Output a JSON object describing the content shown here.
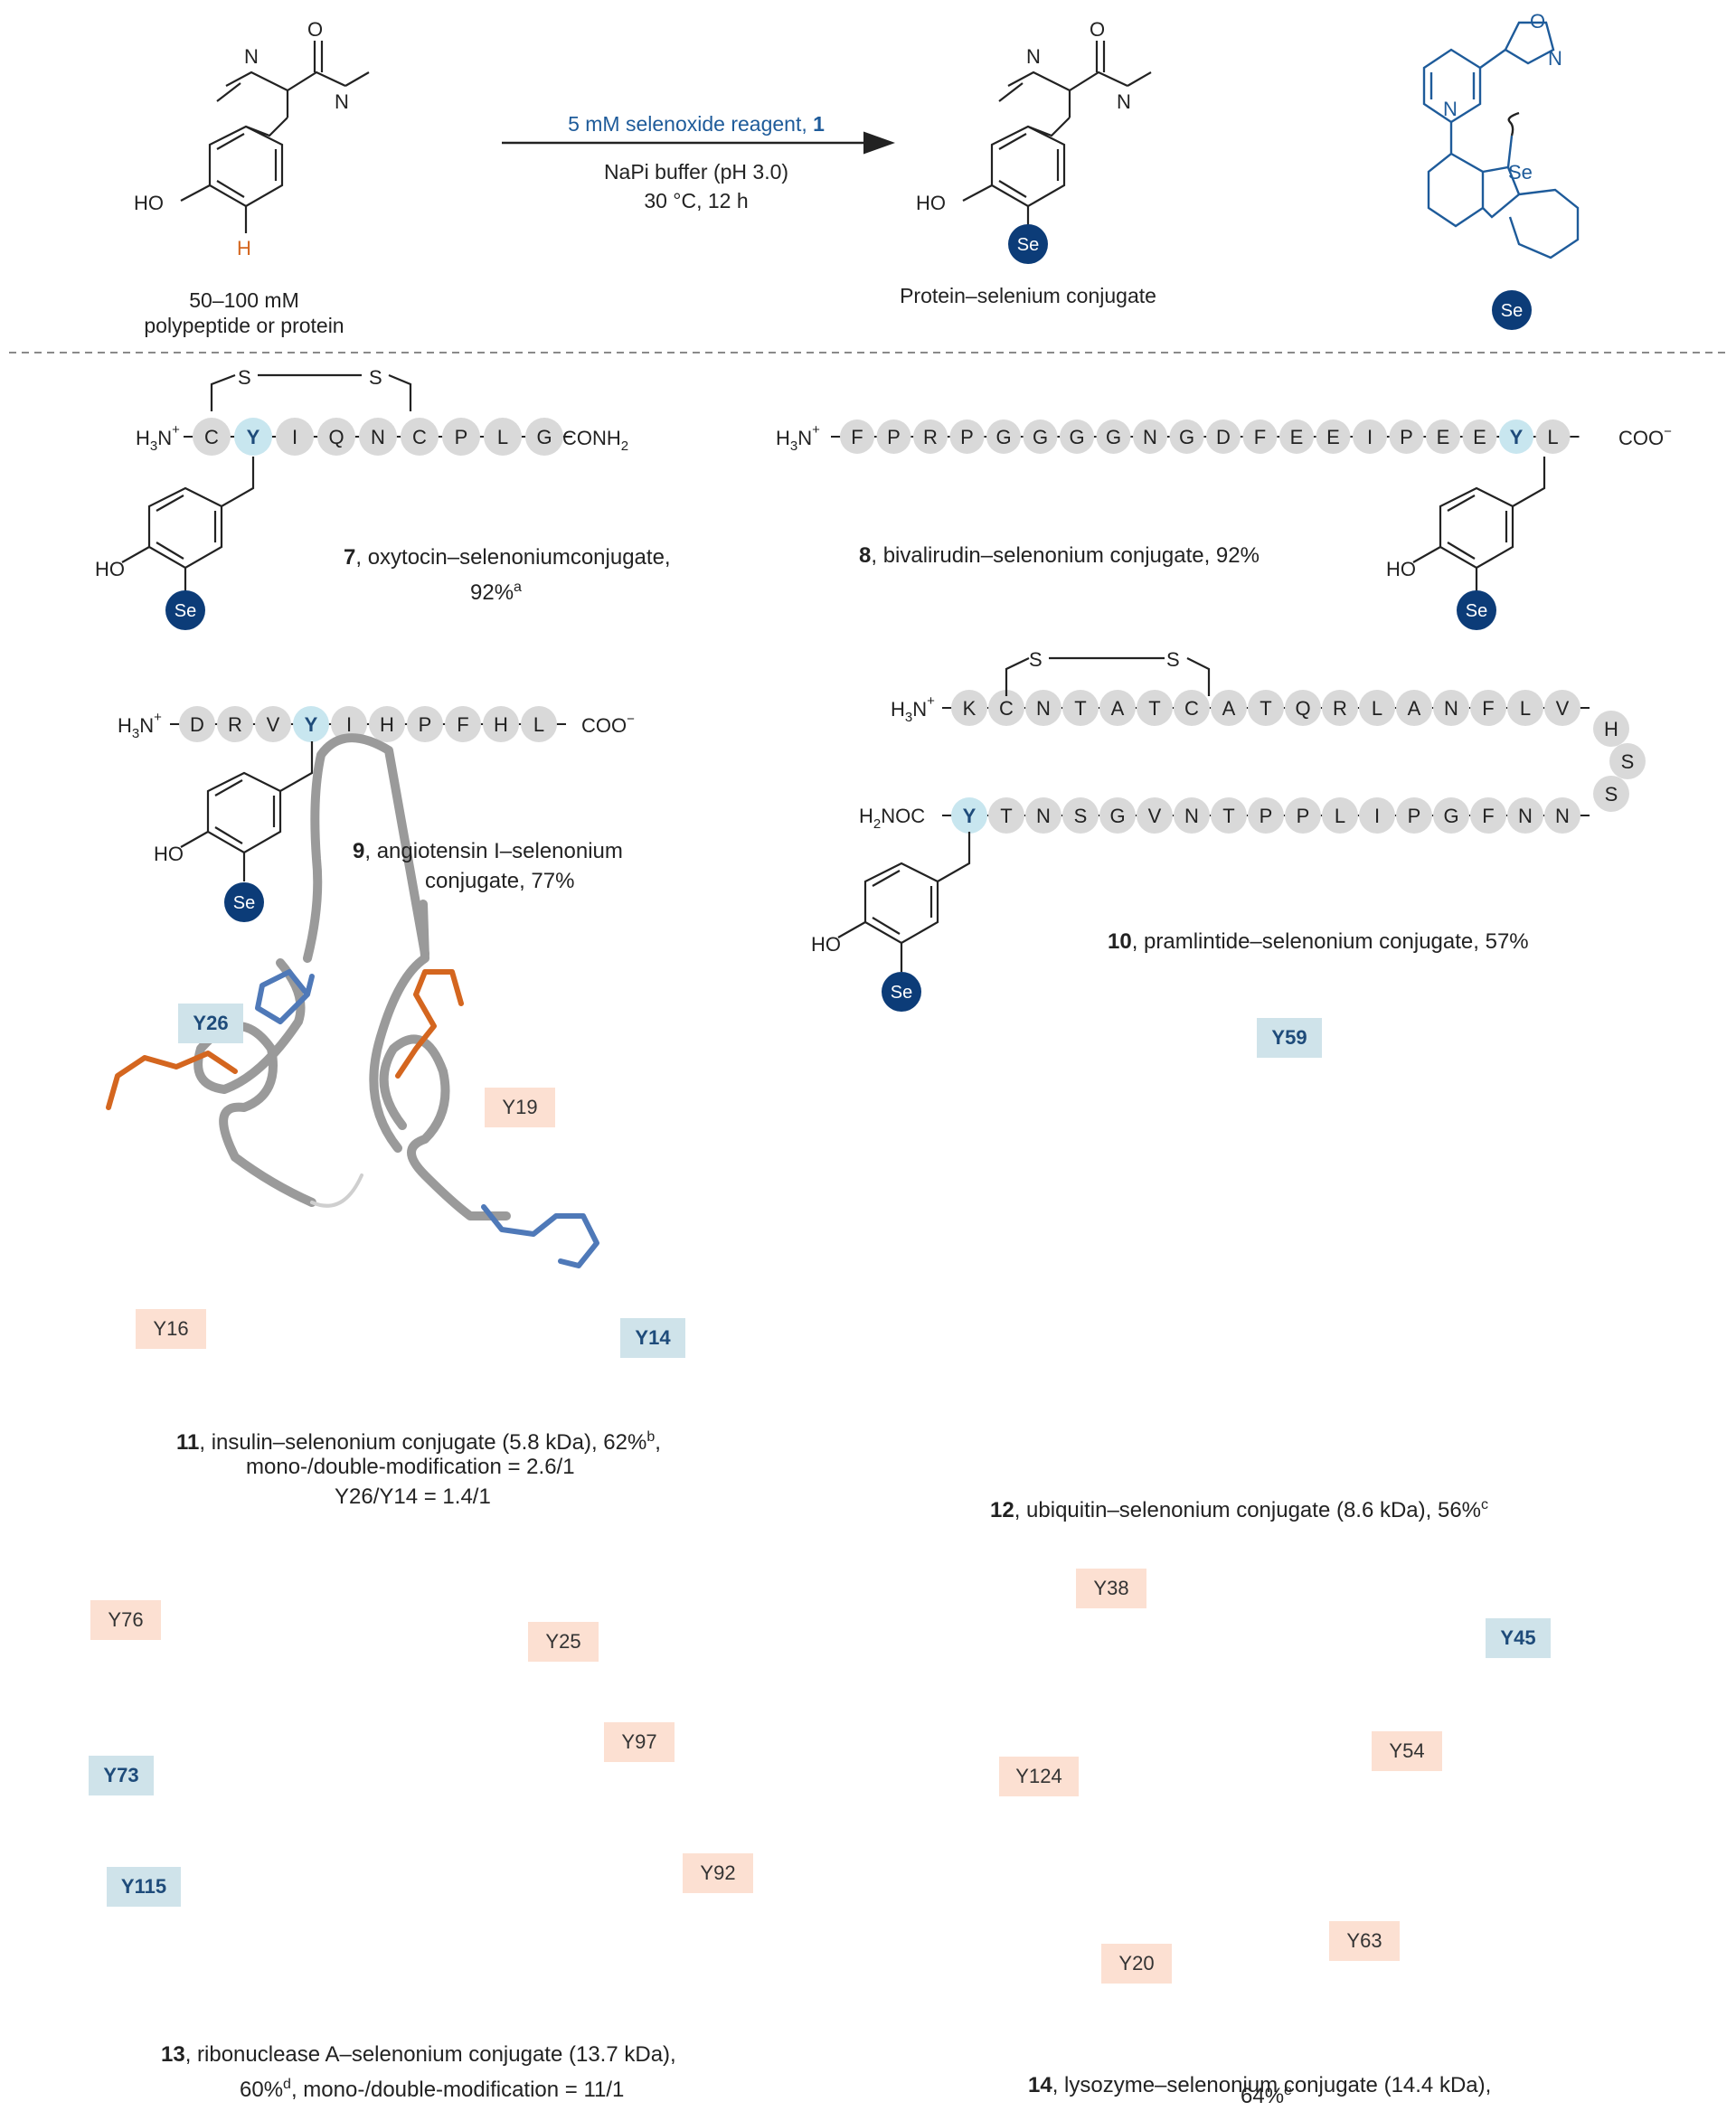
{
  "scheme": {
    "substrate_conc": "50–100 mM",
    "substrate_name": "polypeptide or protein",
    "reagent": "5 mM selenoxide reagent, ",
    "reagent_num": "1",
    "buffer": "NaPi buffer (pH 3.0)",
    "conditions": "30 °C, 12 h",
    "product_name": "Protein–selenium conjugate",
    "se_label": "Se",
    "h_label": "H",
    "ho_label": "HO",
    "n_label": "N",
    "o_label": "O"
  },
  "peptides": {
    "p7": {
      "num": "7",
      "name": ", oxytocin–selenoniumconjugate,",
      "yield": "92%",
      "note": "a",
      "residues": [
        "C",
        "Y",
        "I",
        "Q",
        "N",
        "C",
        "P",
        "L",
        "G"
      ],
      "tyr_index": 1,
      "nterm": "H3N+",
      "cterm": "CONH2"
    },
    "p8": {
      "num": "8",
      "name": ", bivalirudin–selenonium conjugate, 92%",
      "residues": [
        "F",
        "P",
        "R",
        "P",
        "G",
        "G",
        "G",
        "G",
        "N",
        "G",
        "D",
        "F",
        "E",
        "E",
        "I",
        "P",
        "E",
        "E",
        "Y",
        "L"
      ],
      "tyr_index": 18,
      "nterm": "H3N+",
      "cterm": "COO−"
    },
    "p9": {
      "num": "9",
      "name": ", angiotensin I–selenonium",
      "name2": "conjugate, 77%",
      "residues": [
        "D",
        "R",
        "V",
        "Y",
        "I",
        "H",
        "P",
        "F",
        "H",
        "L"
      ],
      "tyr_index": 3,
      "nterm": "H3N+",
      "cterm": "COO−"
    },
    "p10": {
      "num": "10",
      "name": ", pramlintide–selenonium conjugate, 57%",
      "row1": [
        "K",
        "C",
        "N",
        "T",
        "A",
        "T",
        "C",
        "A",
        "T",
        "Q",
        "R",
        "L",
        "A",
        "N",
        "F",
        "L",
        "V"
      ],
      "turn": [
        "H",
        "S",
        "S"
      ],
      "row2": [
        "Y",
        "T",
        "N",
        "S",
        "G",
        "V",
        "N",
        "T",
        "P",
        "P",
        "L",
        "I",
        "P",
        "G",
        "F",
        "N",
        "N"
      ],
      "nterm": "H3N+",
      "cterm": "H2NOC"
    }
  },
  "proteins": {
    "p11": {
      "num": "11",
      "line1": ", insulin–selenonium conjugate (5.8 kDa), 62%",
      "note": "b",
      "line1_end": ",",
      "line2": "mono-/double-modification = 2.6/1",
      "line3": "Y26/Y14 = 1.4/1",
      "tags": {
        "a": "Y26",
        "b": "Y19",
        "c": "Y16",
        "d": "Y14"
      }
    },
    "p12": {
      "num": "12",
      "line1": ", ubiquitin–selenonium conjugate (8.6 kDa), 56%",
      "note": "c",
      "tags": {
        "a": "Y59"
      }
    },
    "p13": {
      "num": "13",
      "line1": ", ribonuclease A–selenonium conjugate (13.7 kDa),",
      "line2a": "60%",
      "note": "d",
      "line2b": ", mono-/double-modification = 11/1",
      "tags": {
        "a": "Y76",
        "b": "Y25",
        "c": "Y97",
        "d": "Y73",
        "e": "Y115",
        "f": "Y92"
      }
    },
    "p14": {
      "num": "14",
      "line1": ", lysozyme–selenonium conjugate (14.4 kDa),",
      "line2": "64%",
      "note": "e",
      "tags": {
        "a": "Y38",
        "b": "Y45",
        "c": "Y54",
        "d": "Y124",
        "e": "Y63",
        "f": "Y20"
      }
    }
  },
  "colors": {
    "selenium": "#0c3c78",
    "tyr_highlight": "#c8e6ef",
    "residue": "#d9d9d9",
    "modified_site": "#4f79b8",
    "unmodified_site": "#d4661f",
    "reagent_text": "#1e5b9a"
  }
}
